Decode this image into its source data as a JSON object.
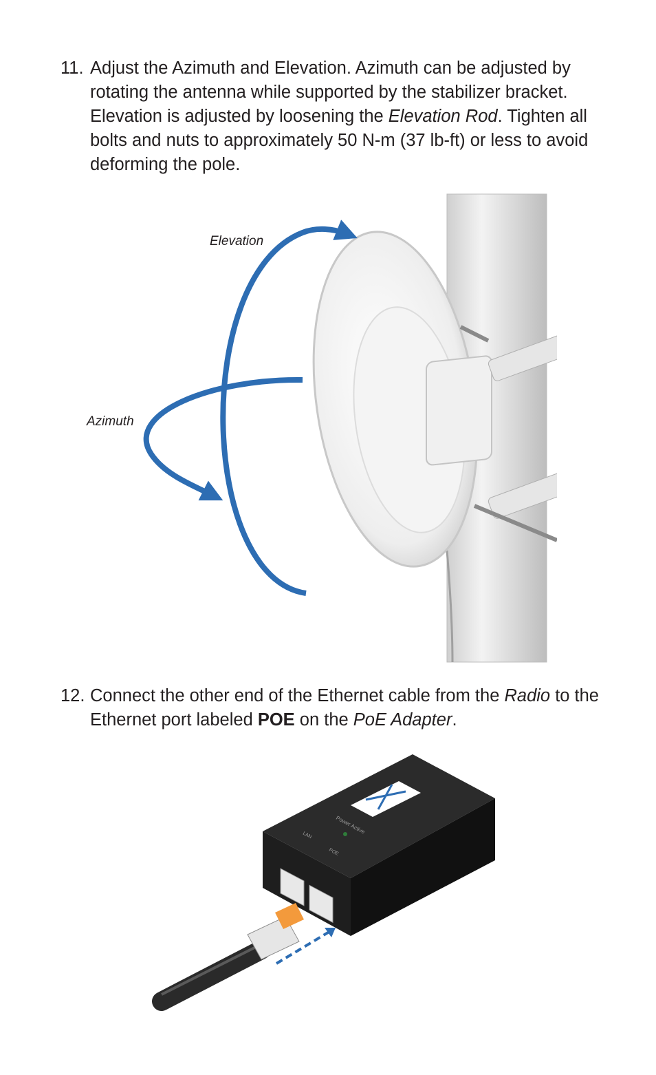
{
  "steps": [
    {
      "number": "11.",
      "parts": [
        {
          "text": "Adjust the Azimuth and Elevation. Azimuth can be adjusted by rotating the antenna while supported by the stabilizer bracket. Elevation is adjusted by loosening the ",
          "style": "normal"
        },
        {
          "text": "Elevation Rod",
          "style": "italic"
        },
        {
          "text": ". Tighten all bolts and nuts to approximately 50 N-m (37 lb-ft) or less to avoid deforming the pole.",
          "style": "normal"
        }
      ]
    },
    {
      "number": "12.",
      "parts": [
        {
          "text": "Connect the other end of the Ethernet cable from the ",
          "style": "normal"
        },
        {
          "text": "Radio",
          "style": "italic"
        },
        {
          "text": " to the Ethernet port labeled ",
          "style": "normal"
        },
        {
          "text": "POE",
          "style": "bold"
        },
        {
          "text": " on the ",
          "style": "normal"
        },
        {
          "text": "PoE Adapter",
          "style": "italic"
        },
        {
          "text": ".",
          "style": "normal"
        }
      ]
    }
  ],
  "figure_dish": {
    "elevation_label": "Elevation",
    "azimuth_label": "Azimuth",
    "arrow_color": "#2d6db3"
  },
  "figure_poe": {
    "led_labels": "Power  Active",
    "port_lan": "LAN",
    "port_poe": "POE",
    "arrow_color": "#2d6db3",
    "connector_accent": "#f39a3c"
  }
}
